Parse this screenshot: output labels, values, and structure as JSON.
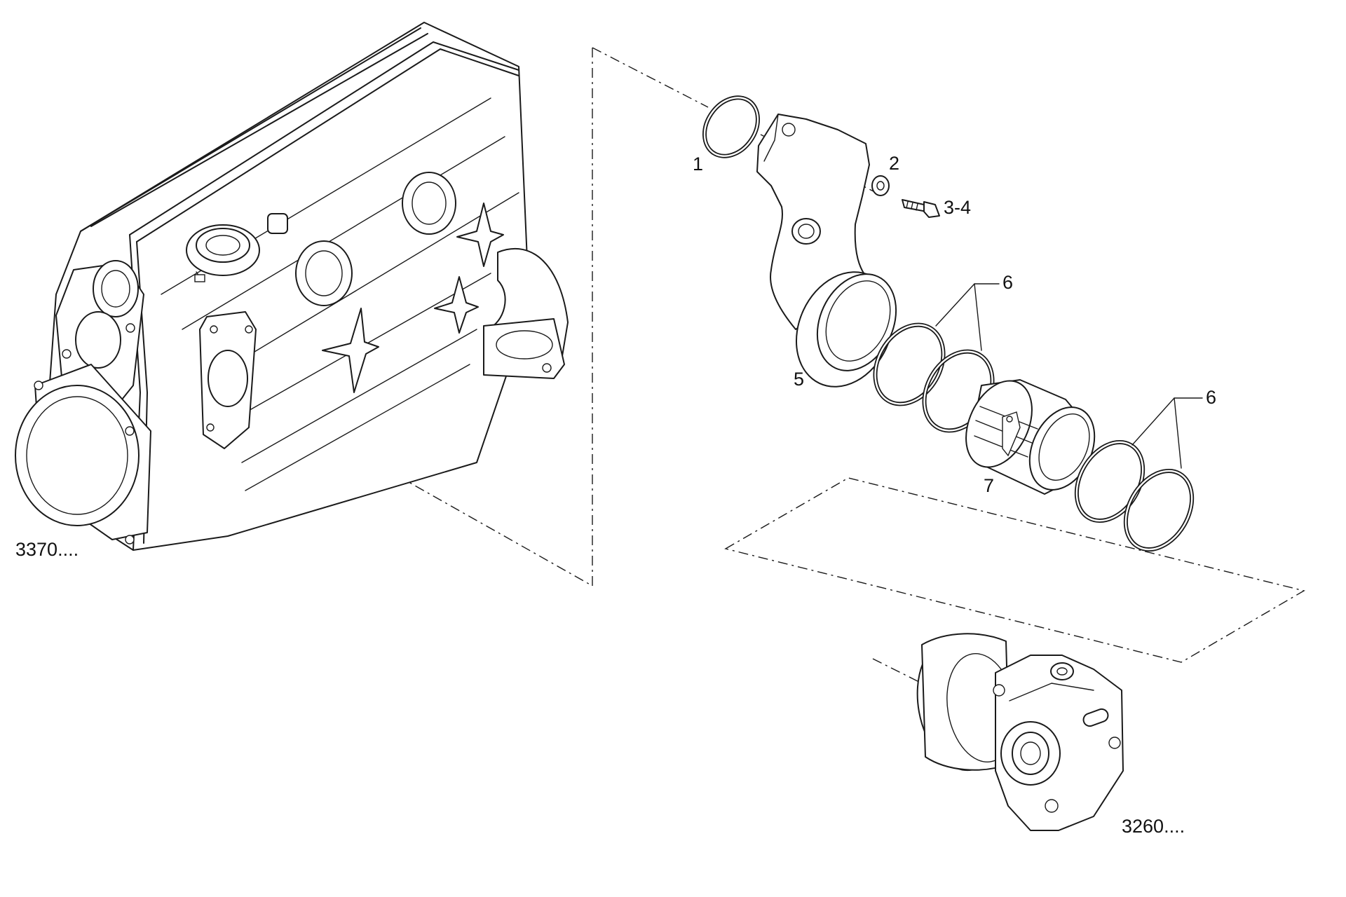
{
  "diagram": {
    "callouts": {
      "ring_1": "1",
      "nut_2": "2",
      "screw_3_4": "3-4",
      "elbow_5": "5",
      "seals_6_upper": "6",
      "seals_6_lower": "6",
      "sleeve_7": "7"
    },
    "references": {
      "head_assembly": "3370....",
      "pump_assembly": "3260...."
    }
  }
}
